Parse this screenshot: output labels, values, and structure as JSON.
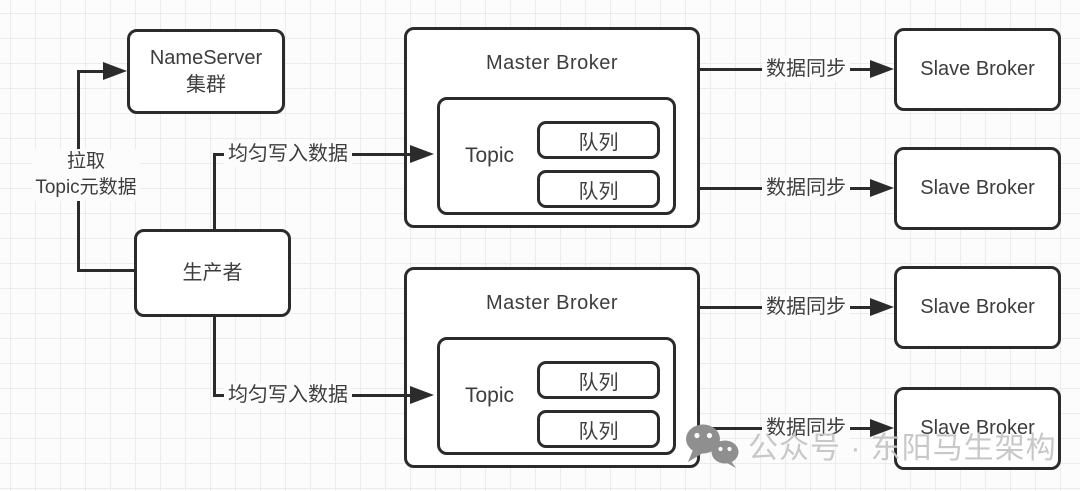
{
  "nameserver": {
    "line1": "NameServer",
    "line2": "集群"
  },
  "pull_label": {
    "line1": "拉取",
    "line2": "Topic元数据"
  },
  "producer": {
    "label": "生产者"
  },
  "masters": [
    {
      "title": "Master Broker",
      "topic": "Topic",
      "queues": [
        "队列",
        "队列"
      ]
    },
    {
      "title": "Master Broker",
      "topic": "Topic",
      "queues": [
        "队列",
        "队列"
      ]
    }
  ],
  "write_labels": [
    "均匀写入数据",
    "均匀写入数据"
  ],
  "sync_labels": [
    "数据同步",
    "数据同步",
    "数据同步",
    "数据同步"
  ],
  "slaves": [
    "Slave Broker",
    "Slave Broker",
    "Slave Broker",
    "Slave Broker"
  ],
  "watermark": {
    "icon": "wechat-icon",
    "text": "公众号 · 东阳马生架构"
  },
  "colors": {
    "stroke": "#2b2b2b",
    "text": "#3d3d3d",
    "grid": "#ececec",
    "canvas": "#fcfcfc",
    "watermark_text": "#c8c8c8",
    "watermark_icon": "#8f8f8f"
  }
}
